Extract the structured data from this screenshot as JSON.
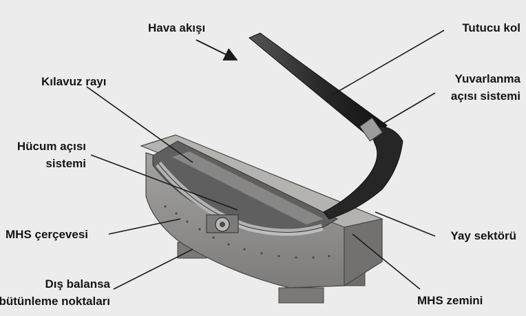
{
  "labels": {
    "air_flow": "Hava akışı",
    "holder_arm": "Tutucu kol",
    "guide_rail": "Kılavuz rayı",
    "roll_system_line1": "Yuvarlanma",
    "roll_system_line2": "açısı sistemi",
    "attack_system_line1": "Hücum açısı",
    "attack_system_line2": "sistemi",
    "frame": "MHS çerçevesi",
    "arc_sector": "Yay sektörü",
    "balance_line1": "Dış balansa",
    "balance_line2": "bütünleme noktaları",
    "floor": "MHS zemini"
  },
  "colors": {
    "background": "#ececec",
    "text": "#141414",
    "leader": "#1a1a1a",
    "housing_face": "#8f8e8c",
    "housing_top": "#b4b3b0",
    "housing_dark": "#6f6e6b",
    "arm": "#2b2b2b",
    "interior": "#5f5f5f"
  }
}
